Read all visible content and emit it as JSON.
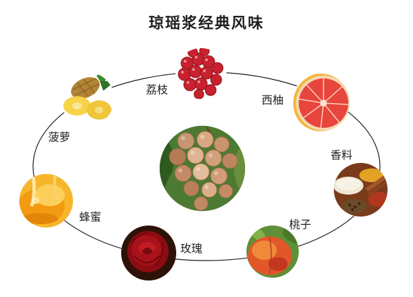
{
  "title": "琼瑶浆经典风味",
  "center": {
    "icon": "grape-cluster-icon"
  },
  "items": [
    {
      "key": "lychee",
      "label": "荔枝",
      "icon": "lychee-icon"
    },
    {
      "key": "grapefruit",
      "label": "西柚",
      "icon": "grapefruit-icon"
    },
    {
      "key": "spice",
      "label": "香料",
      "icon": "spice-bowls-icon"
    },
    {
      "key": "peach",
      "label": "桃子",
      "icon": "peach-icon"
    },
    {
      "key": "rose",
      "label": "玫瑰",
      "icon": "rose-icon"
    },
    {
      "key": "honey",
      "label": "蜂蜜",
      "icon": "honey-icon"
    },
    {
      "key": "pineapple",
      "label": "菠萝",
      "icon": "pineapple-icon"
    }
  ],
  "colors": {
    "lychee": "#c8222e",
    "grapefruit": "#e8453c",
    "spice": "#c77a2b",
    "peach": "#e2572a",
    "rose": "#9e0f16",
    "honey": "#f4a51c",
    "pineapple": "#e8c34a",
    "grape": "#d79f7a"
  }
}
